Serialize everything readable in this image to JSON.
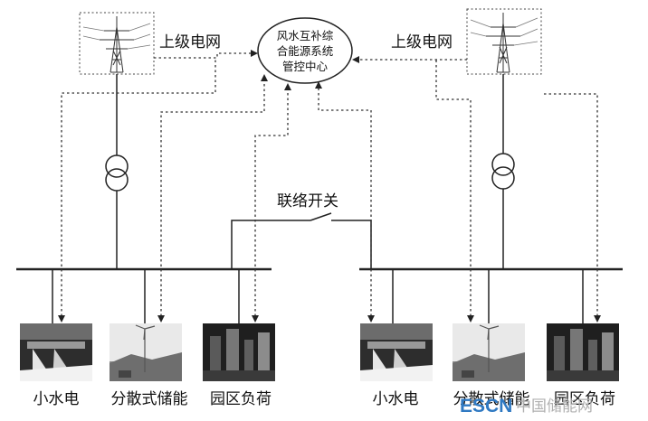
{
  "grid_left_label": "上级电网",
  "grid_right_label": "上级电网",
  "control_center": {
    "line1": "风水互补综",
    "line2": "合能源系统",
    "line3": "管控中心"
  },
  "tie_switch_label": "联络开关",
  "left_units": {
    "hydro": "小水电",
    "storage": "分散式储能",
    "load": "园区负荷"
  },
  "right_units": {
    "hydro": "小水电",
    "storage": "分散式储能",
    "load": "园区负荷"
  },
  "watermark": {
    "brand": "ESCN",
    "text": "中国储能网"
  }
}
